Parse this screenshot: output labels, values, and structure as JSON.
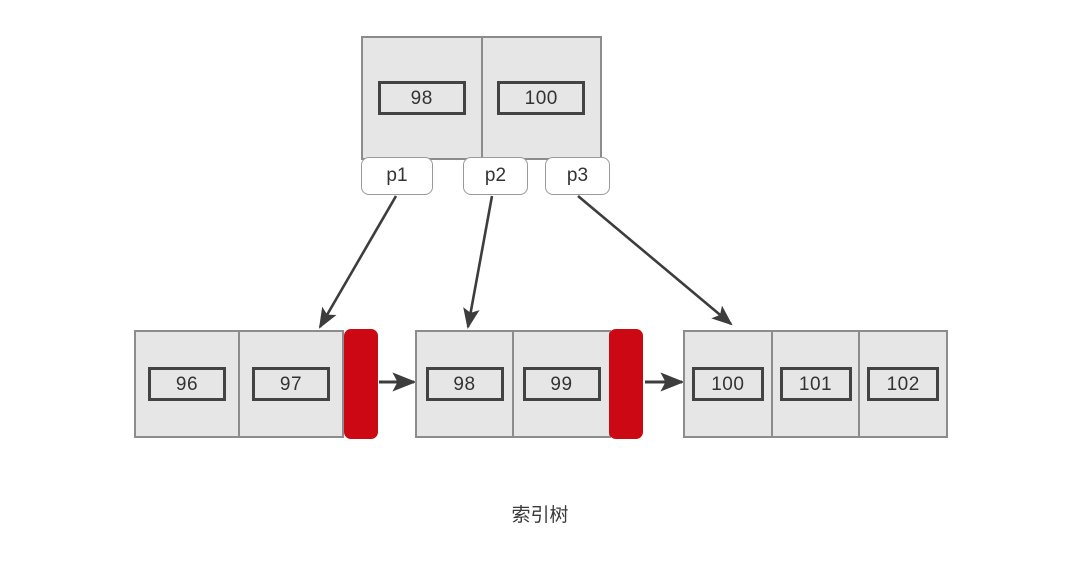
{
  "diagram": {
    "caption": "索引树",
    "colors": {
      "node_fill": "#e6e6e6",
      "node_border": "#8c8c8c",
      "value_border": "#434343",
      "full_page_marker": "#cc0814",
      "arrow": "#3d3d3d",
      "text": "#333333"
    },
    "root": {
      "name": "root-node",
      "cells": [
        {
          "value": "98"
        },
        {
          "value": "100"
        }
      ],
      "pointers": [
        {
          "label": "p1"
        },
        {
          "label": "p2"
        },
        {
          "label": "p3"
        }
      ]
    },
    "leaves": [
      {
        "name": "leaf-node-0",
        "cells": [
          {
            "value": "96"
          },
          {
            "value": "97"
          }
        ],
        "full_marker": true
      },
      {
        "name": "leaf-node-1",
        "cells": [
          {
            "value": "98"
          },
          {
            "value": "99"
          }
        ],
        "full_marker": true
      },
      {
        "name": "leaf-node-2",
        "cells": [
          {
            "value": "100"
          },
          {
            "value": "101"
          },
          {
            "value": "102"
          }
        ],
        "full_marker": false
      }
    ],
    "edges": [
      {
        "from": "p1",
        "to": "leaf-node-0"
      },
      {
        "from": "p2",
        "to": "leaf-node-1"
      },
      {
        "from": "p3",
        "to": "leaf-node-2"
      },
      {
        "from": "leaf-node-0",
        "to": "leaf-node-1"
      },
      {
        "from": "leaf-node-1",
        "to": "leaf-node-2"
      }
    ]
  }
}
